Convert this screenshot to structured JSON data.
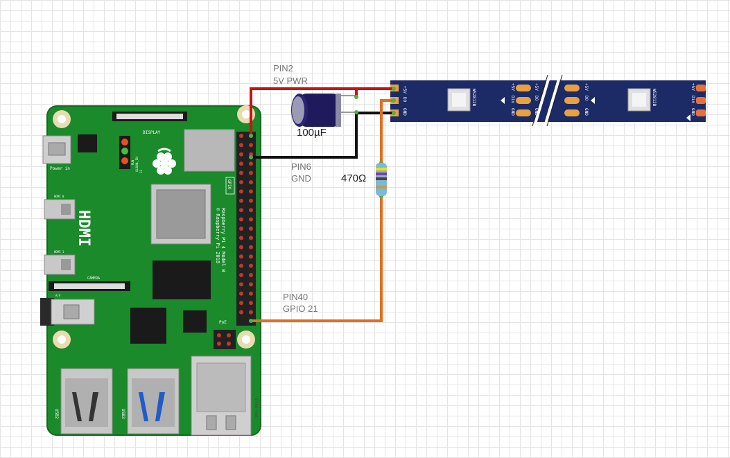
{
  "labels": {
    "pin2": "PIN2",
    "pwr": "5V PWR",
    "pin6": "PIN6",
    "gnd": "GND",
    "pin40": "PIN40",
    "gpio": "GPIO 21",
    "cap": "100µF",
    "resistor": "470Ω"
  },
  "board": {
    "hdmi": "HDMI",
    "display": "DISPLAY",
    "camera": "CAMERA",
    "gpio": "GPIO",
    "power_in": "Power in",
    "hdmi0": "HDMI 0",
    "hdmi1": "HDMI 1",
    "av": "A/V",
    "poe": "PoE",
    "model_line1": "Raspberry Pi 4 Model B",
    "model_line2": "© Raspberry Pi 2018",
    "usb2": "USB2",
    "usb3": "USB3",
    "ethernet": "Ethernet",
    "run": "RUN",
    "global_en": "GLOBAL_EN",
    "j2": "J2"
  },
  "strip": {
    "chip": "WS2812B",
    "pins": [
      "+5V",
      "DO",
      "GND"
    ],
    "pins_in": [
      "+5V",
      "Din",
      "GND"
    ]
  },
  "colors": {
    "board": "#1a8a2a",
    "strip": "#1c2a66",
    "wire_power": "#cc1111",
    "wire_ground": "#111111",
    "wire_data": "#e07020"
  }
}
